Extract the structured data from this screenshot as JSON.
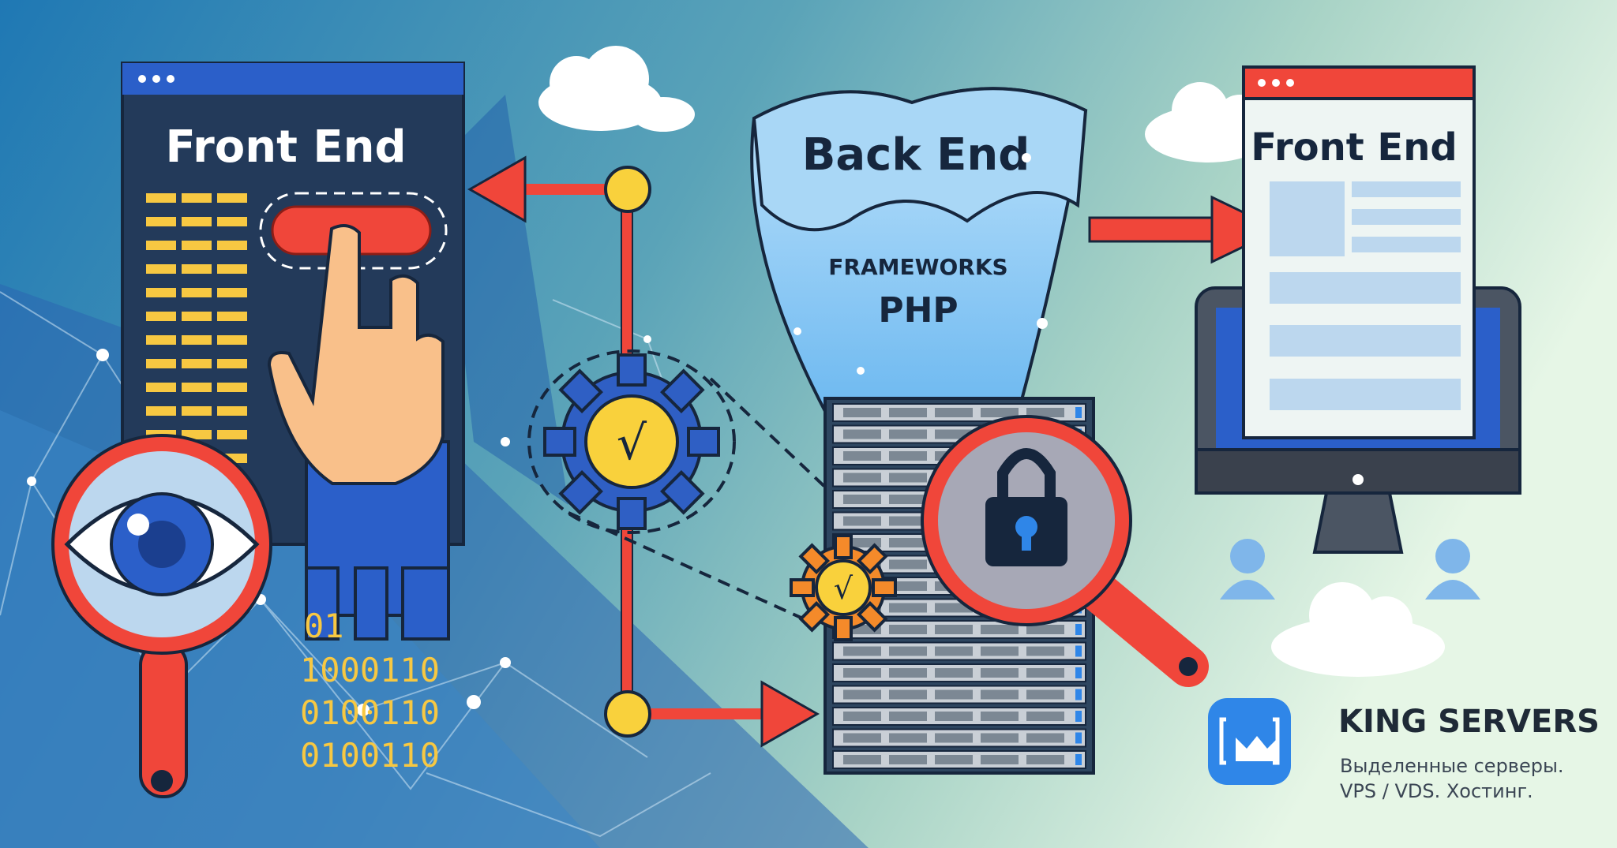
{
  "left_window": {
    "title": "Front End"
  },
  "binary": {
    "lines": [
      "01",
      "1000110",
      "0100110",
      "0100110"
    ]
  },
  "backend": {
    "title": "Back End",
    "frameworks": "FRAMEWORKS",
    "language": "PHP"
  },
  "right_window": {
    "title": "Front End"
  },
  "gear_check": "√",
  "brand": {
    "name": "KING SERVERS",
    "tagline_1": "Выделенные серверы.",
    "tagline_2": "VPS / VDS. Хостинг."
  },
  "colors": {
    "accent_red": "#f0463a",
    "node_yellow": "#f9d13c",
    "gear_blue": "#2f5fc4",
    "gear_orange": "#f48a2a",
    "window_dark": "#233a5a",
    "brand_blue": "#2f86e8"
  }
}
